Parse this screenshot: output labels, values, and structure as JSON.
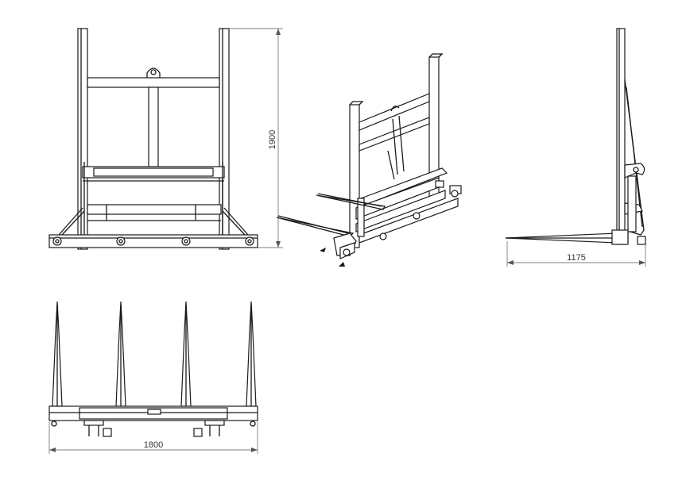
{
  "colors": {
    "line": "#1a1a1a",
    "dimension": "#555555",
    "background": "#ffffff"
  },
  "dimensions": {
    "height": "1900",
    "depth": "1175",
    "width": "1800"
  },
  "views": [
    "front-view",
    "isometric-view",
    "side-view",
    "top-view"
  ]
}
